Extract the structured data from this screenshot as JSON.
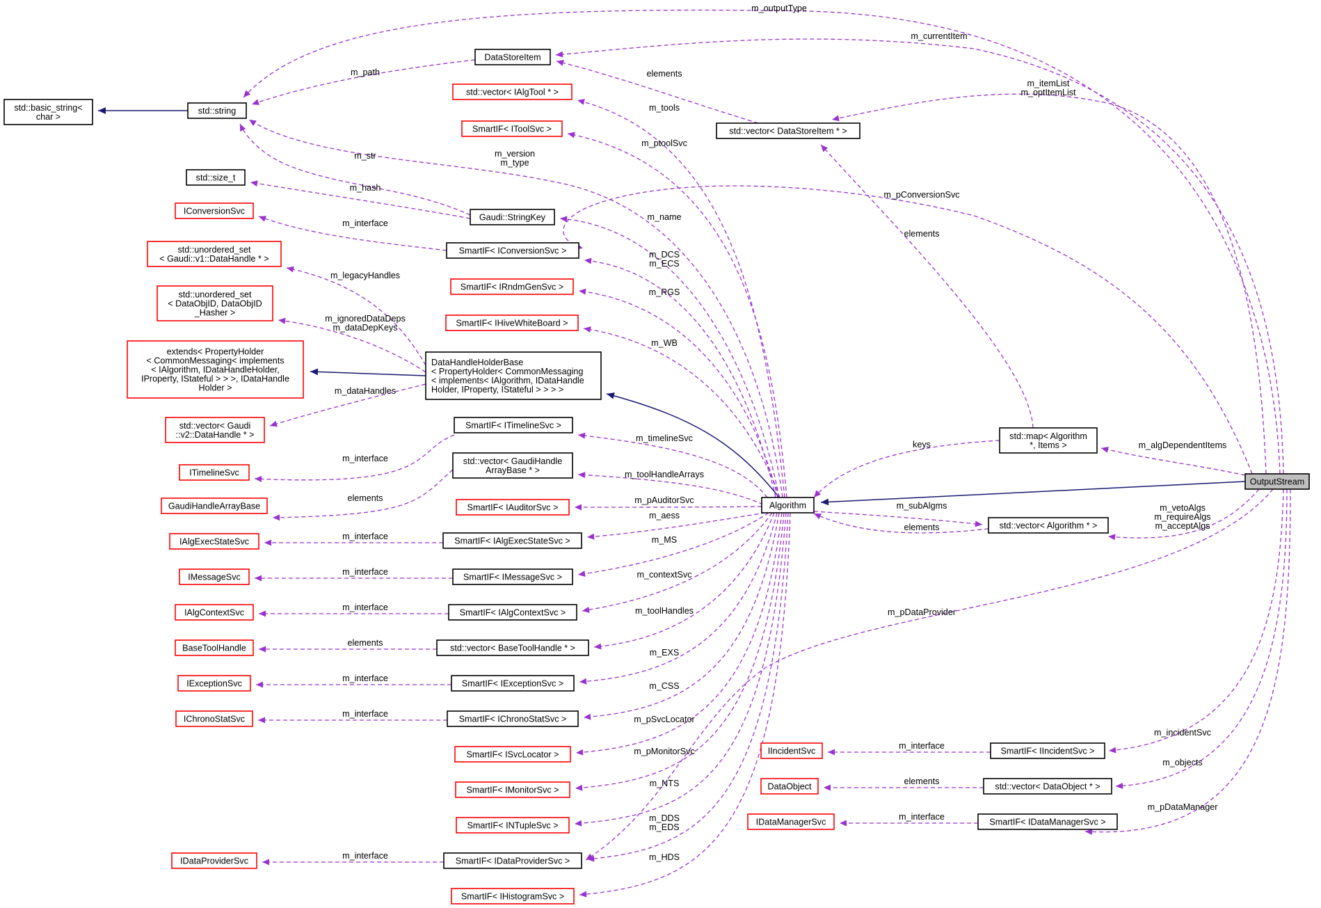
{
  "nodes": [
    {
      "id": "output",
      "lines": [
        "OutputStream"
      ],
      "style": "grey"
    },
    {
      "id": "algorithm",
      "lines": [
        "Algorithm"
      ],
      "style": "black"
    },
    {
      "id": "basic_string",
      "lines": [
        "std::basic_string<",
        "char >"
      ],
      "style": "black"
    },
    {
      "id": "string",
      "lines": [
        "std::string"
      ],
      "style": "black"
    },
    {
      "id": "datastoreitem",
      "lines": [
        "DataStoreItem"
      ],
      "style": "black"
    },
    {
      "id": "vec_dsi",
      "lines": [
        "std::vector< DataStoreItem * >"
      ],
      "style": "black"
    },
    {
      "id": "size_t",
      "lines": [
        "std::size_t"
      ],
      "style": "black"
    },
    {
      "id": "iconversionsvc",
      "lines": [
        "IConversionSvc"
      ],
      "style": "red"
    },
    {
      "id": "stringkey",
      "lines": [
        "Gaudi::StringKey"
      ],
      "style": "black"
    },
    {
      "id": "sif_iconversionsvc",
      "lines": [
        "SmartIF< IConversionSvc >"
      ],
      "style": "black"
    },
    {
      "id": "uset_datahandle",
      "lines": [
        "std::unordered_set",
        "< Gaudi::v1::DataHandle * >"
      ],
      "style": "red"
    },
    {
      "id": "uset_dataobjid",
      "lines": [
        "std::unordered_set",
        "< DataObjID, DataObjID",
        "_Hasher >"
      ],
      "style": "red"
    },
    {
      "id": "extends",
      "lines": [
        "extends< PropertyHolder",
        "< CommonMessaging< implements",
        "< IAlgorithm, IDataHandleHolder,",
        "IProperty, IStateful > > >, IDataHandle",
        "Holder >"
      ],
      "style": "red"
    },
    {
      "id": "dhhb",
      "lines": [
        "DataHandleHolderBase",
        "< PropertyHolder< CommonMessaging",
        "< implements< IAlgorithm, IDataHandle",
        "Holder, IProperty, IStateful > > > >"
      ],
      "style": "black",
      "align": "left"
    },
    {
      "id": "vec_v2dh",
      "lines": [
        "std::vector< Gaudi",
        "::v2::DataHandle * >"
      ],
      "style": "red"
    },
    {
      "id": "itimelinesvc",
      "lines": [
        "ITimelineSvc"
      ],
      "style": "red"
    },
    {
      "id": "sif_itimelinesvc",
      "lines": [
        "SmartIF< ITimelineSvc >"
      ],
      "style": "black"
    },
    {
      "id": "vec_gaha",
      "lines": [
        "std::vector< GaudiHandle",
        "ArrayBase * >"
      ],
      "style": "black"
    },
    {
      "id": "gaudihandlearraybase",
      "lines": [
        "GaudiHandleArrayBase"
      ],
      "style": "red"
    },
    {
      "id": "vec_ialgtool",
      "lines": [
        "std::vector< IAlgTool * >"
      ],
      "style": "red"
    },
    {
      "id": "sif_itoolsvc",
      "lines": [
        "SmartIF< IToolSvc >"
      ],
      "style": "red"
    },
    {
      "id": "sif_irndmgensvc",
      "lines": [
        "SmartIF< IRndmGenSvc >"
      ],
      "style": "red"
    },
    {
      "id": "sif_ihivewhiteboard",
      "lines": [
        "SmartIF< IHiveWhiteBoard >"
      ],
      "style": "red"
    },
    {
      "id": "sif_iauditorsvc",
      "lines": [
        "SmartIF< IAuditorSvc >"
      ],
      "style": "red"
    },
    {
      "id": "ialgexecstatesvc",
      "lines": [
        "IAlgExecStateSvc"
      ],
      "style": "red"
    },
    {
      "id": "sif_ialgexecstatesvc",
      "lines": [
        "SmartIF< IAlgExecStateSvc >"
      ],
      "style": "black"
    },
    {
      "id": "imessagesvc",
      "lines": [
        "IMessageSvc"
      ],
      "style": "red"
    },
    {
      "id": "sif_imessagesvc",
      "lines": [
        "SmartIF< IMessageSvc >"
      ],
      "style": "black"
    },
    {
      "id": "ialgcontextsvc",
      "lines": [
        "IAlgContextSvc"
      ],
      "style": "red"
    },
    {
      "id": "sif_ialgcontextsvc",
      "lines": [
        "SmartIF< IAlgContextSvc >"
      ],
      "style": "black"
    },
    {
      "id": "basetoolhandle",
      "lines": [
        "BaseToolHandle"
      ],
      "style": "red"
    },
    {
      "id": "vec_basetoolhandle",
      "lines": [
        "std::vector< BaseToolHandle * >"
      ],
      "style": "black"
    },
    {
      "id": "iexceptionsvc",
      "lines": [
        "IExceptionSvc"
      ],
      "style": "red"
    },
    {
      "id": "sif_iexceptionsvc",
      "lines": [
        "SmartIF< IExceptionSvc >"
      ],
      "style": "black"
    },
    {
      "id": "ichronostatsvc",
      "lines": [
        "IChronoStatSvc"
      ],
      "style": "red"
    },
    {
      "id": "sif_ichronostatsvc",
      "lines": [
        "SmartIF< IChronoStatSvc >"
      ],
      "style": "black"
    },
    {
      "id": "sif_isvclocator",
      "lines": [
        "SmartIF< ISvcLocator >"
      ],
      "style": "red"
    },
    {
      "id": "sif_imonitorsvc",
      "lines": [
        "SmartIF< IMonitorSvc >"
      ],
      "style": "red"
    },
    {
      "id": "sif_intuplesvc",
      "lines": [
        "SmartIF< INTupleSvc >"
      ],
      "style": "red"
    },
    {
      "id": "idataprovidersvc",
      "lines": [
        "IDataProviderSvc"
      ],
      "style": "red"
    },
    {
      "id": "sif_idataprovidersvc",
      "lines": [
        "SmartIF< IDataProviderSvc >"
      ],
      "style": "black"
    },
    {
      "id": "sif_ihistogramsvc",
      "lines": [
        "SmartIF< IHistogramSvc >"
      ],
      "style": "red"
    },
    {
      "id": "map_alg",
      "lines": [
        "std::map< Algorithm",
        "*, Items >"
      ],
      "style": "black"
    },
    {
      "id": "vec_alg",
      "lines": [
        "std::vector< Algorithm * >"
      ],
      "style": "black"
    },
    {
      "id": "iincidentsvc",
      "lines": [
        "IIncidentSvc"
      ],
      "style": "red"
    },
    {
      "id": "sif_iincidentsvc",
      "lines": [
        "SmartIF< IIncidentSvc >"
      ],
      "style": "black"
    },
    {
      "id": "dataobject",
      "lines": [
        "DataObject"
      ],
      "style": "red"
    },
    {
      "id": "vec_dataobject",
      "lines": [
        "std::vector< DataObject * >"
      ],
      "style": "black"
    },
    {
      "id": "idatamanagersvc",
      "lines": [
        "IDataManagerSvc"
      ],
      "style": "red"
    },
    {
      "id": "sif_idatamanagersvc",
      "lines": [
        "SmartIF< IDataManagerSvc >"
      ],
      "style": "black"
    }
  ],
  "edges": [
    {
      "id": "e_outputType",
      "kind": "usage",
      "label": [
        "m_outputType"
      ]
    },
    {
      "id": "e_currentItem",
      "kind": "usage",
      "label": [
        "m_currentItem"
      ]
    },
    {
      "id": "e_itemList",
      "kind": "usage",
      "label": [
        "m_itemList",
        "m_optItemList"
      ]
    },
    {
      "id": "e_pConversionSvc",
      "kind": "usage",
      "label": [
        "m_pConversionSvc"
      ]
    },
    {
      "id": "e_algDependentItems",
      "kind": "usage",
      "label": [
        "m_algDependentItems"
      ]
    },
    {
      "id": "e_vetoAlgs",
      "kind": "usage",
      "label": [
        "m_vetoAlgs",
        "m_requireAlgs",
        "m_acceptAlgs"
      ]
    },
    {
      "id": "e_pDataProvider",
      "kind": "usage",
      "label": [
        "m_pDataProvider"
      ]
    },
    {
      "id": "e_incidentSvc",
      "kind": "usage",
      "label": [
        "m_incidentSvc"
      ]
    },
    {
      "id": "e_objects",
      "kind": "usage",
      "label": [
        "m_objects"
      ]
    },
    {
      "id": "e_pDataManager",
      "kind": "usage",
      "label": [
        "m_pDataManager"
      ]
    },
    {
      "id": "e_inherit_alg",
      "kind": "inherit",
      "label": []
    },
    {
      "id": "e_inherit_dhhb",
      "kind": "inherit",
      "label": []
    },
    {
      "id": "e_inherit_extends",
      "kind": "inherit",
      "label": []
    },
    {
      "id": "e_inherit_string",
      "kind": "inherit",
      "label": []
    },
    {
      "id": "e_path",
      "kind": "usage",
      "label": [
        "m_path"
      ]
    },
    {
      "id": "e_elements_dsi",
      "kind": "usage",
      "label": [
        "elements"
      ]
    },
    {
      "id": "e_elements_map",
      "kind": "usage",
      "label": [
        "elements"
      ]
    },
    {
      "id": "e_str",
      "kind": "usage",
      "label": [
        "m_str"
      ]
    },
    {
      "id": "e_hash",
      "kind": "usage",
      "label": [
        "m_hash"
      ]
    },
    {
      "id": "e_version",
      "kind": "usage",
      "label": [
        "m_version",
        "m_type"
      ]
    },
    {
      "id": "e_tools",
      "kind": "usage",
      "label": [
        "m_tools"
      ]
    },
    {
      "id": "e_ptoolSvc",
      "kind": "usage",
      "label": [
        "m_ptoolSvc"
      ]
    },
    {
      "id": "e_name",
      "kind": "usage",
      "label": [
        "m_name"
      ]
    },
    {
      "id": "e_conv_iface",
      "kind": "usage",
      "label": [
        "m_interface"
      ]
    },
    {
      "id": "e_DCS",
      "kind": "usage",
      "label": [
        "m_DCS",
        "m_ECS"
      ]
    },
    {
      "id": "e_RGS",
      "kind": "usage",
      "label": [
        "m_RGS"
      ]
    },
    {
      "id": "e_WB",
      "kind": "usage",
      "label": [
        "m_WB"
      ]
    },
    {
      "id": "e_legacy",
      "kind": "usage",
      "label": [
        "m_legacyHandles"
      ]
    },
    {
      "id": "e_ignored",
      "kind": "usage",
      "label": [
        "m_ignoredDataDeps",
        "m_dataDepKeys"
      ]
    },
    {
      "id": "e_dataHandles",
      "kind": "usage",
      "label": [
        "m_dataHandles"
      ]
    },
    {
      "id": "e_timeline",
      "kind": "usage",
      "label": [
        "m_timelineSvc"
      ]
    },
    {
      "id": "e_timeline_iface",
      "kind": "usage",
      "label": [
        "m_interface"
      ]
    },
    {
      "id": "e_toolHandleArrays",
      "kind": "usage",
      "label": [
        "m_toolHandleArrays"
      ]
    },
    {
      "id": "e_gaha_elements",
      "kind": "usage",
      "label": [
        "elements"
      ]
    },
    {
      "id": "e_pAuditorSvc",
      "kind": "usage",
      "label": [
        "m_pAuditorSvc"
      ]
    },
    {
      "id": "e_aess",
      "kind": "usage",
      "label": [
        "m_aess"
      ]
    },
    {
      "id": "e_aess_iface",
      "kind": "usage",
      "label": [
        "m_interface"
      ]
    },
    {
      "id": "e_MS",
      "kind": "usage",
      "label": [
        "m_MS"
      ]
    },
    {
      "id": "e_MS_iface",
      "kind": "usage",
      "label": [
        "m_interface"
      ]
    },
    {
      "id": "e_contextSvc",
      "kind": "usage",
      "label": [
        "m_contextSvc"
      ]
    },
    {
      "id": "e_ctx_iface",
      "kind": "usage",
      "label": [
        "m_interface"
      ]
    },
    {
      "id": "e_toolHandles",
      "kind": "usage",
      "label": [
        "m_toolHandles"
      ]
    },
    {
      "id": "e_bth_elements",
      "kind": "usage",
      "label": [
        "elements"
      ]
    },
    {
      "id": "e_EXS",
      "kind": "usage",
      "label": [
        "m_EXS"
      ]
    },
    {
      "id": "e_exs_iface",
      "kind": "usage",
      "label": [
        "m_interface"
      ]
    },
    {
      "id": "e_CSS",
      "kind": "usage",
      "label": [
        "m_CSS"
      ]
    },
    {
      "id": "e_css_iface",
      "kind": "usage",
      "label": [
        "m_interface"
      ]
    },
    {
      "id": "e_pSvcLocator",
      "kind": "usage",
      "label": [
        "m_pSvcLocator"
      ]
    },
    {
      "id": "e_pMonitorSvc",
      "kind": "usage",
      "label": [
        "m_pMonitorSvc"
      ]
    },
    {
      "id": "e_NTS",
      "kind": "usage",
      "label": [
        "m_NTS"
      ]
    },
    {
      "id": "e_DDS",
      "kind": "usage",
      "label": [
        "m_DDS",
        "m_EDS"
      ]
    },
    {
      "id": "e_dps_iface",
      "kind": "usage",
      "label": [
        "m_interface"
      ]
    },
    {
      "id": "e_HDS",
      "kind": "usage",
      "label": [
        "m_HDS"
      ]
    },
    {
      "id": "e_keys",
      "kind": "usage",
      "label": [
        "keys"
      ]
    },
    {
      "id": "e_subAlgms",
      "kind": "usage",
      "label": [
        "m_subAlgms"
      ]
    },
    {
      "id": "e_vecalg_elements",
      "kind": "usage",
      "label": [
        "elements"
      ]
    },
    {
      "id": "e_incident_iface",
      "kind": "usage",
      "label": [
        "m_interface"
      ]
    },
    {
      "id": "e_dataobj_elements",
      "kind": "usage",
      "label": [
        "elements"
      ]
    },
    {
      "id": "e_dm_iface",
      "kind": "usage",
      "label": [
        "m_interface"
      ]
    }
  ]
}
